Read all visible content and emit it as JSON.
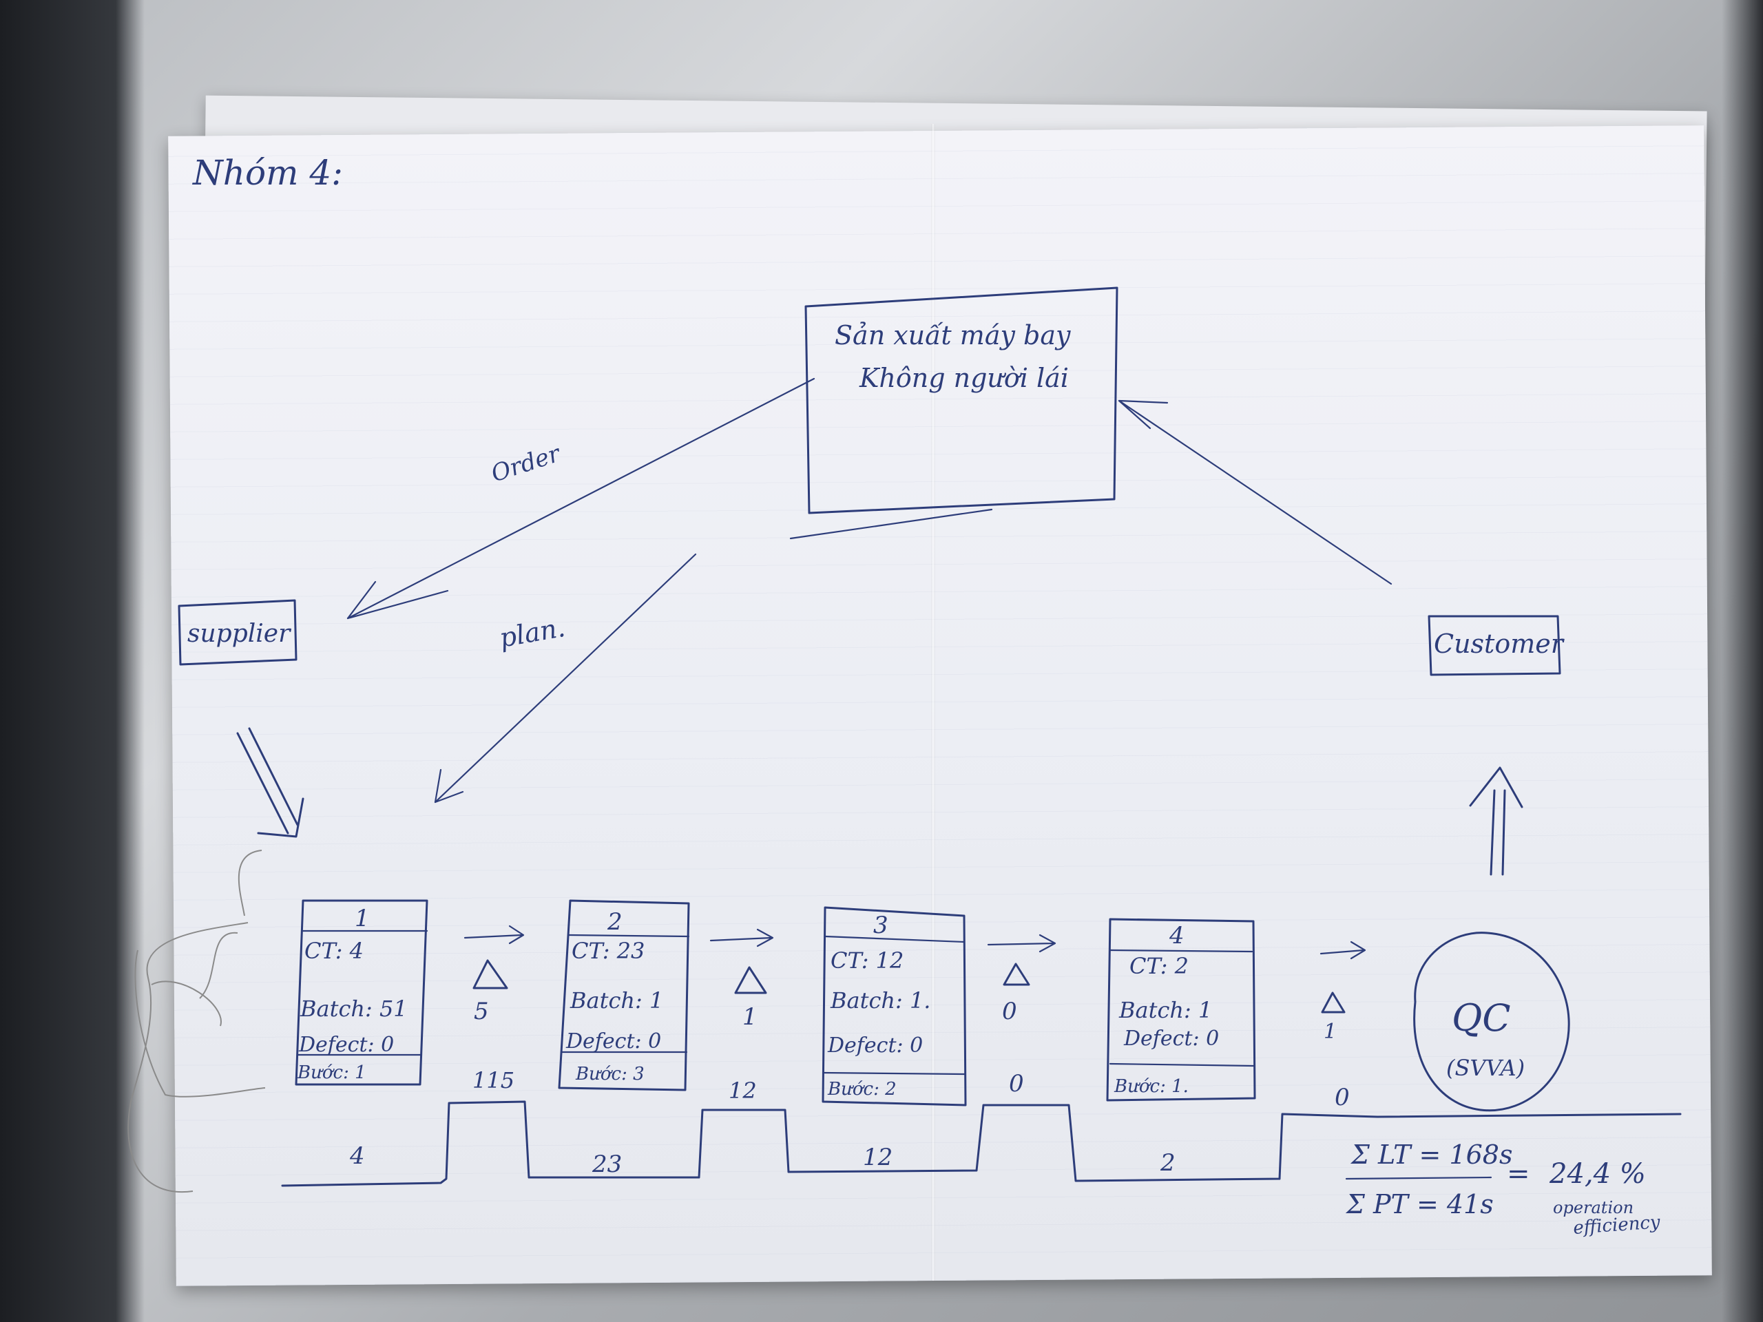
{
  "title": "Nhóm 4:",
  "center": {
    "line1": "Sản xuất máy bay",
    "line2": "Không người lái"
  },
  "labels": {
    "order": "Order",
    "plan": "plan."
  },
  "supplier": "supplier",
  "customer": "Customer",
  "processes": [
    {
      "number": "1",
      "ct": "CT: 4",
      "batch": "Batch: 51",
      "defect": "Defect: 0",
      "step": "Bước: 1"
    },
    {
      "number": "2",
      "ct": "CT: 23",
      "batch": "Batch: 1",
      "defect": "Defect: 0",
      "step": "Bước: 3"
    },
    {
      "number": "3",
      "ct": "CT: 12",
      "batch": "Batch: 1.",
      "defect": "Defect: 0",
      "step": "Bước: 2"
    },
    {
      "number": "4",
      "ct": "CT: 2",
      "batch": "Batch: 1",
      "defect": "Defect: 0",
      "step": "Bước: 1."
    }
  ],
  "inventory": [
    {
      "qty": "5",
      "wait": "115"
    },
    {
      "qty": "1",
      "wait": "12"
    },
    {
      "qty": "0",
      "wait": "0"
    },
    {
      "qty": "1",
      "wait": "0"
    }
  ],
  "timeline": {
    "ct": [
      "4",
      "23",
      "12",
      "2"
    ]
  },
  "qc": {
    "label": "QC",
    "sub": "(SVVA)"
  },
  "summary": {
    "lt": "Σ LT = 168s",
    "pt": "Σ PT = 41s",
    "eq": "=",
    "result": "24,4 %",
    "note1": "operation",
    "note2": "efficiency"
  },
  "colors": {
    "ink": "#2d3d7a",
    "paper": "#f0f1f6"
  }
}
